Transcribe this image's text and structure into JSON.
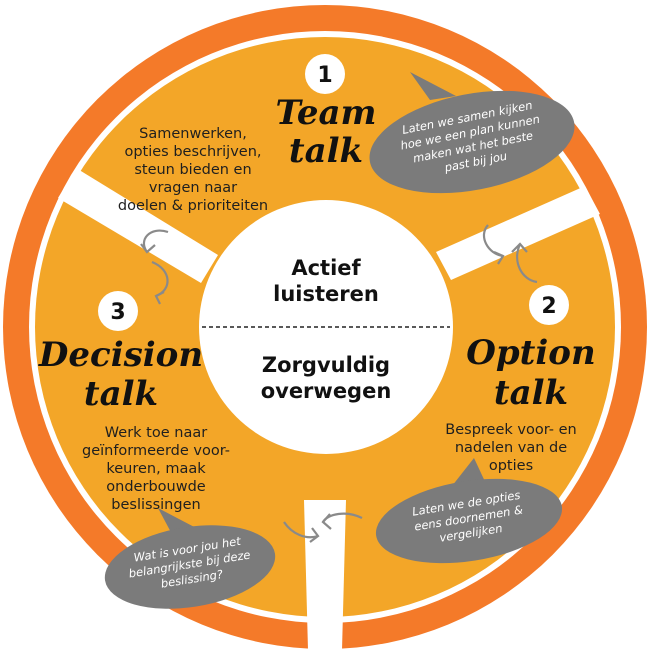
{
  "colors": {
    "outer_ring": "#f47a29",
    "segment": "#f3a628",
    "spoke": "#ffffff",
    "bubble": "#7b7b7b",
    "arrow": "#8a8a8a",
    "text": "#1f1f1f"
  },
  "center": {
    "top_line1": "Actief",
    "top_line2": "luisteren",
    "bottom_line1": "Zorgvuldig",
    "bottom_line2": "overwegen"
  },
  "team": {
    "number": "1",
    "title_line1": "Team",
    "title_line2": "talk",
    "desc": [
      "Samenwerken,",
      "opties beschrijven,",
      "steun bieden en",
      "vragen naar",
      "doelen & prioriteiten"
    ],
    "bubble": [
      "Laten we samen kijken",
      "hoe we een plan kunnen",
      "maken wat het beste",
      "past bij jou"
    ]
  },
  "option": {
    "number": "2",
    "title_line1": "Option",
    "title_line2": "talk",
    "desc": [
      "Bespreek voor- en",
      "nadelen van de",
      "opties"
    ],
    "bubble": [
      "Laten we de opties",
      "eens doornemen &",
      "vergelijken"
    ]
  },
  "decision": {
    "number": "3",
    "title_line1": "Decision",
    "title_line2": "talk",
    "desc": [
      "Werk toe naar",
      "geïnformeerde voor-",
      "keuren, maak",
      "onderbouwde",
      "beslissingen"
    ],
    "bubble": [
      "Wat is voor jou het",
      "belangrijkste bij deze",
      "beslissing?"
    ]
  }
}
